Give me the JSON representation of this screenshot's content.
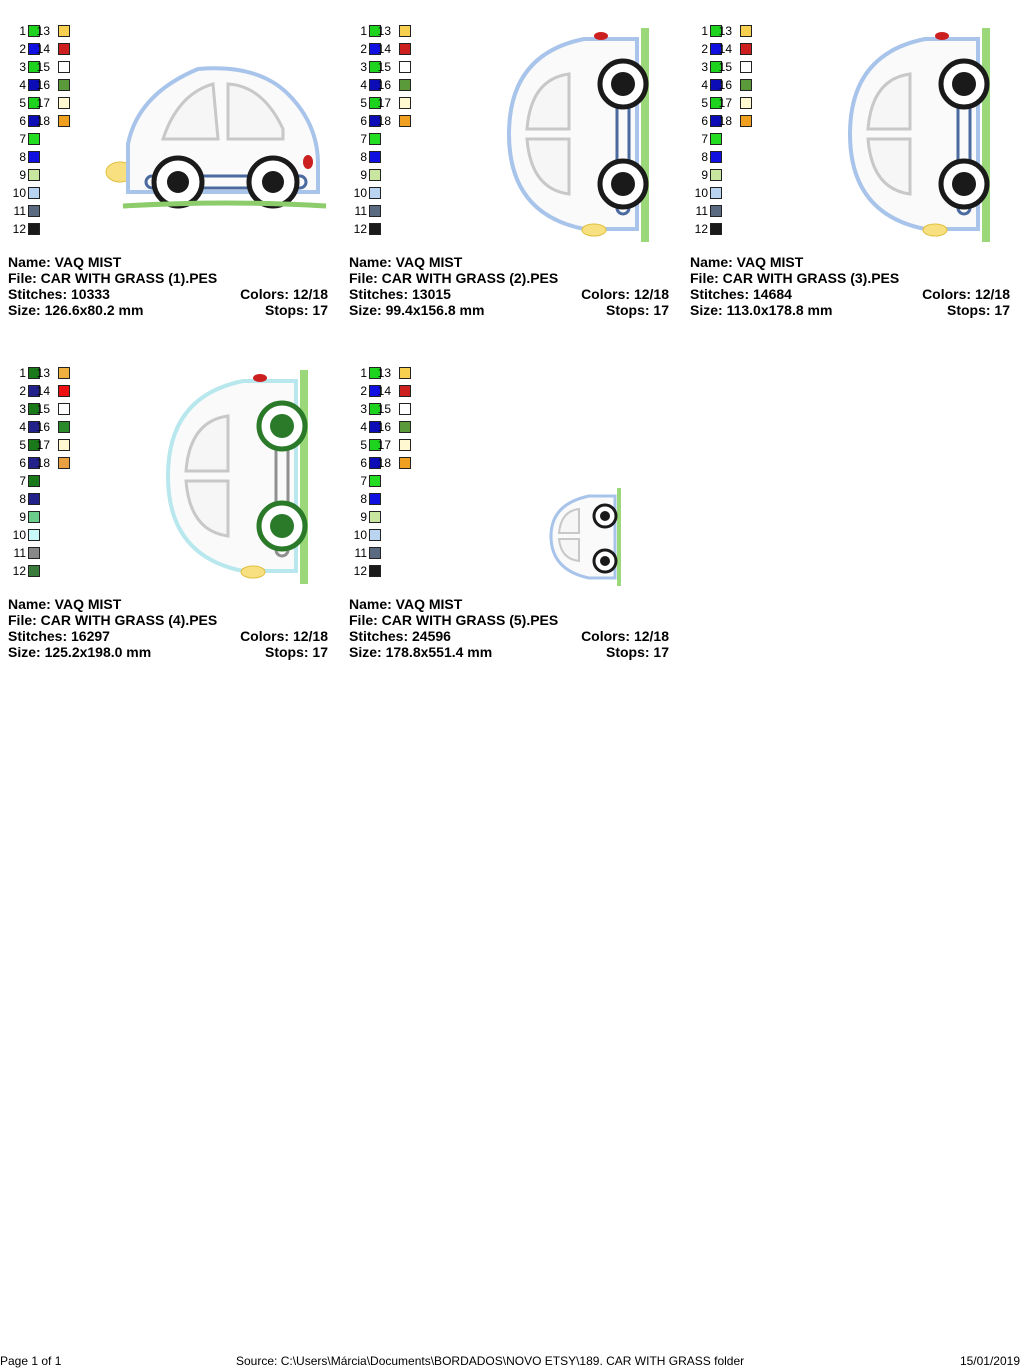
{
  "labels": {
    "name": "Name: ",
    "file": "File: ",
    "stitches": "Stitches: ",
    "colors": "Colors: ",
    "size": "Size: ",
    "stops": "Stops: "
  },
  "designs": [
    {
      "name": "VAQ MIST",
      "file": "CAR WITH GRASS (1).PES",
      "stitches": "10333",
      "colors": "12/18",
      "size": "126.6x80.2 mm",
      "stops": "17",
      "view": "side",
      "palette": [
        "#1ed31e",
        "#1010e0",
        "#1ed31e",
        "#0d0db8",
        "#1ed31e",
        "#0d0db8",
        "#22dd22",
        "#1010e0",
        "#c8e6a0",
        "#b8d4f0",
        "#5a6a80",
        "#1a1a1a",
        "#f8d050",
        "#cc2020",
        "#ffffff",
        "#5a9a3a",
        "#fff8d0",
        "#f0a020"
      ],
      "accent": {
        "outline": "#a8c4ea",
        "wheel": "#1a1a1a",
        "trim": "#4a6aa0"
      }
    },
    {
      "name": "VAQ MIST",
      "file": "CAR WITH GRASS (2).PES",
      "stitches": "13015",
      "colors": "12/18",
      "size": "99.4x156.8 mm",
      "stops": "17",
      "view": "half",
      "palette": [
        "#1ed31e",
        "#1010e0",
        "#1ed31e",
        "#0d0db8",
        "#1ed31e",
        "#0d0db8",
        "#22dd22",
        "#1010e0",
        "#c8e6a0",
        "#b8d4f0",
        "#5a6a80",
        "#1a1a1a",
        "#f8d050",
        "#cc2020",
        "#ffffff",
        "#5a9a3a",
        "#fff8d0",
        "#f0a020"
      ],
      "accent": {
        "outline": "#a8c4ea",
        "wheel": "#1a1a1a",
        "trim": "#4a6aa0"
      }
    },
    {
      "name": "VAQ MIST",
      "file": "CAR WITH GRASS (3).PES",
      "stitches": "14684",
      "colors": "12/18",
      "size": "113.0x178.8 mm",
      "stops": "17",
      "view": "half",
      "palette": [
        "#1ed31e",
        "#1010e0",
        "#1ed31e",
        "#0d0db8",
        "#1ed31e",
        "#0d0db8",
        "#22dd22",
        "#1010e0",
        "#c8e6a0",
        "#b8d4f0",
        "#5a6a80",
        "#1a1a1a",
        "#f8d050",
        "#cc2020",
        "#ffffff",
        "#5a9a3a",
        "#fff8d0",
        "#f0a020"
      ],
      "accent": {
        "outline": "#a8c4ea",
        "wheel": "#1a1a1a",
        "trim": "#4a6aa0"
      }
    },
    {
      "name": "VAQ MIST",
      "file": "CAR WITH GRASS (4).PES",
      "stitches": "16297",
      "colors": "12/18",
      "size": "125.2x198.0 mm",
      "stops": "17",
      "view": "half",
      "palette": [
        "#1a7a1a",
        "#22228a",
        "#1a7a1a",
        "#22228a",
        "#1a7a1a",
        "#22228a",
        "#1a7a1a",
        "#22228a",
        "#6ccc8c",
        "#c8f8f8",
        "#888888",
        "#3a7a3a",
        "#f0b040",
        "#ee1010",
        "#ffffff",
        "#2a8a2a",
        "#fff8d0",
        "#e8a040"
      ],
      "accent": {
        "outline": "#b8e8ee",
        "wheel": "#2a7a2a",
        "trim": "#909090"
      }
    },
    {
      "name": "VAQ MIST",
      "file": "CAR WITH GRASS (5).PES",
      "stitches": "24596",
      "colors": "12/18",
      "size": "178.8x551.4 mm",
      "stops": "17",
      "view": "small",
      "palette": [
        "#1ed31e",
        "#1010e0",
        "#1ed31e",
        "#0d0db8",
        "#1ed31e",
        "#0d0db8",
        "#22dd22",
        "#1010e0",
        "#c8e6a0",
        "#b8d4f0",
        "#5a6a80",
        "#1a1a1a",
        "#f8d050",
        "#cc2020",
        "#ffffff",
        "#5a9a3a",
        "#fff8d0",
        "#f0a020"
      ],
      "accent": {
        "outline": "#a8c4ea",
        "wheel": "#1a1a1a",
        "trim": "#4a6aa0"
      }
    }
  ],
  "footer": {
    "page": "Page 1 of 1",
    "source": "Source: C:\\Users\\Márcia\\Documents\\BORDADOS\\NOVO ETSY\\189. CAR WITH GRASS folder",
    "date": "15/01/2019"
  }
}
